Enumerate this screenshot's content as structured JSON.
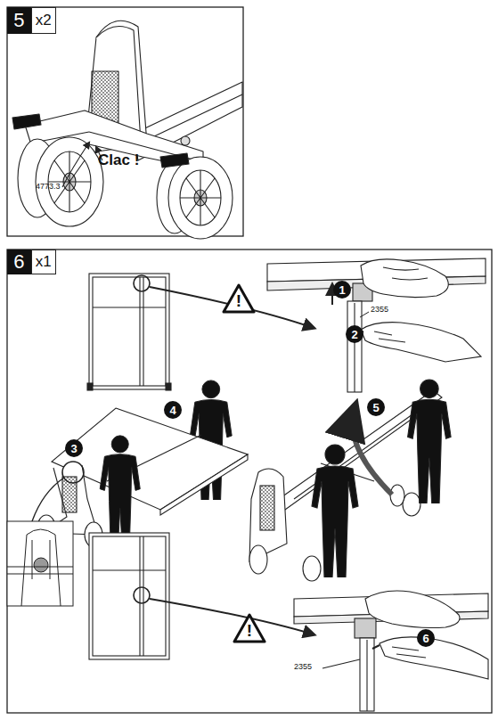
{
  "diagram": {
    "nodes": [
      {
        "text": [
          "5",
          "x2"
        ]
      },
      {
        "text": [
          "6",
          "x1"
        ]
      },
      {
        "text": [
          "!"
        ]
      },
      {
        "text": [
          "1"
        ]
      },
      {
        "text": [
          "2"
        ]
      },
      {
        "text": [
          "3"
        ]
      },
      {
        "text": [
          "4"
        ]
      },
      {
        "text": [
          "5"
        ]
      },
      {
        "text": [
          "!"
        ]
      },
      {
        "text": [
          "6"
        ]
      }
    ],
    "labels": [
      "Clac !",
      "4773.3",
      "2355",
      "2355"
    ]
  }
}
